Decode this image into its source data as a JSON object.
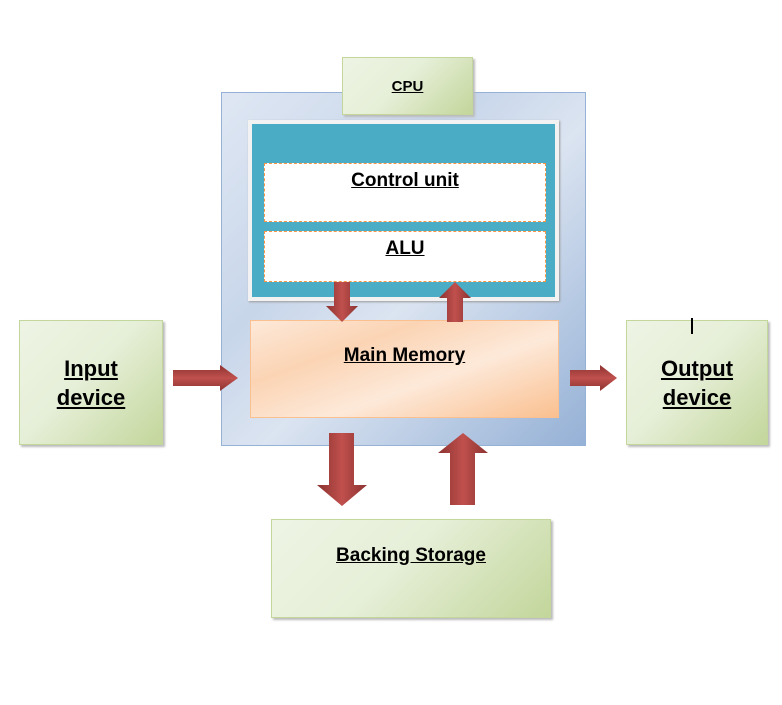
{
  "labels": {
    "cpu": "CPU",
    "control_unit": "Control unit",
    "alu": "ALU",
    "main_memory": "Main Memory",
    "input_device": "Input device",
    "output_device": "Output device",
    "backing_storage": "Backing Storage"
  },
  "colors": {
    "arrow": "#a8423f",
    "cpu_inner": "#4bacc6",
    "device_box": "#d7e4bd",
    "memory": "#fbd4b4"
  }
}
